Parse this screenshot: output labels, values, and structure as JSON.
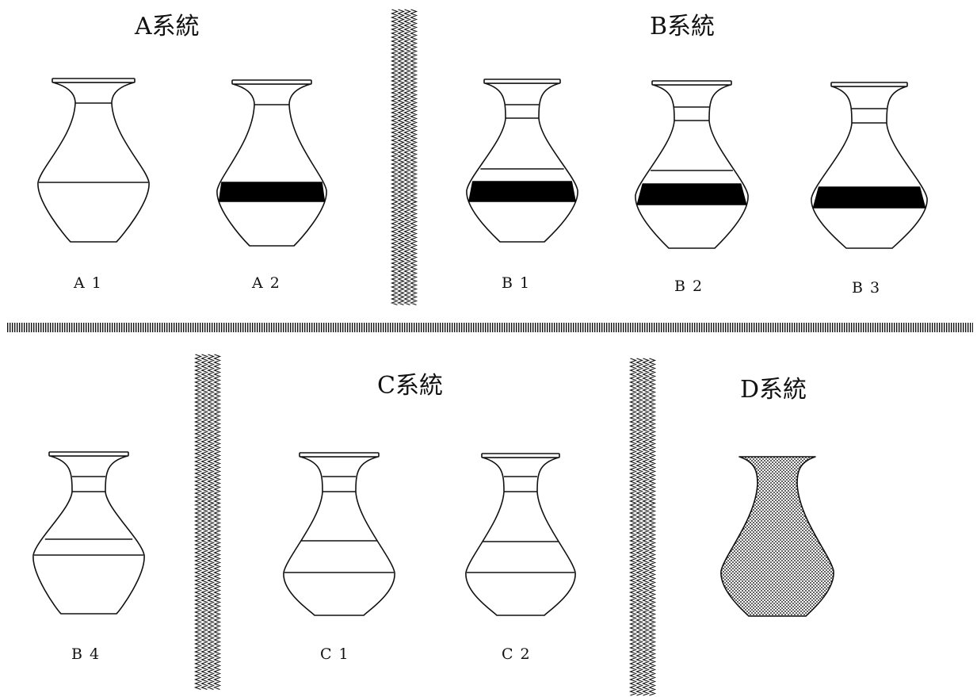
{
  "groups": {
    "a": "A系統",
    "b": "B系統",
    "c": "C系統",
    "d": "D系統"
  },
  "vessels": {
    "a1": "A1",
    "a2": "A2",
    "b1": "B1",
    "b2": "B2",
    "b3": "B3",
    "b4": "B4",
    "c1": "C1",
    "c2": "C2"
  },
  "colors": {
    "ink": "#111111",
    "band_fill": "#000000",
    "stipple": "#222222",
    "background": "#ffffff"
  }
}
